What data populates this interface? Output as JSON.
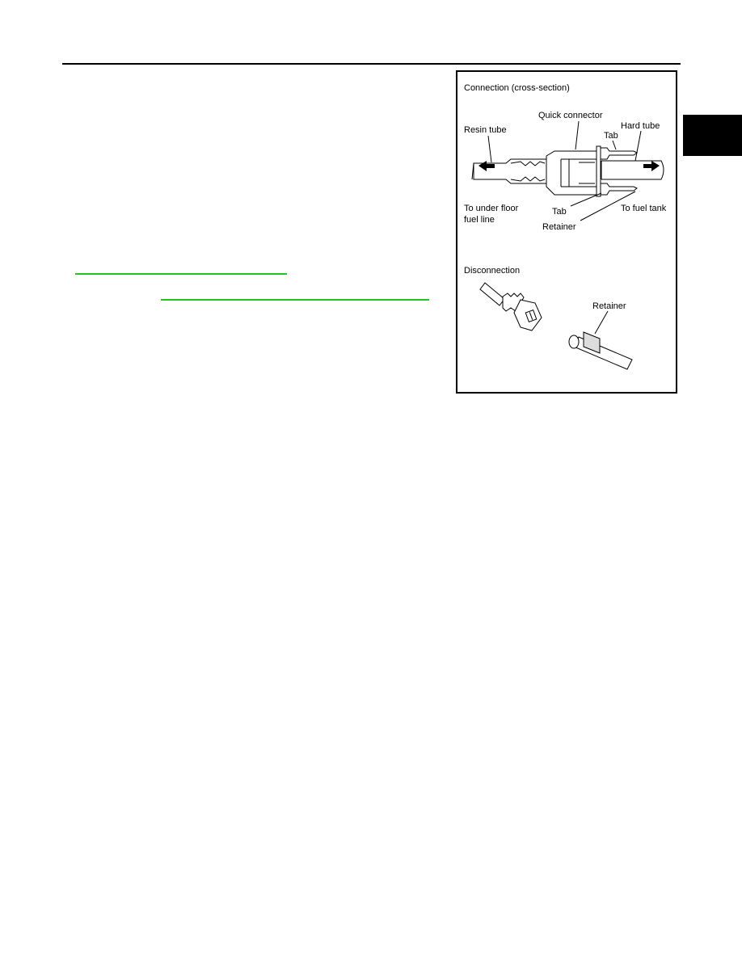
{
  "figure": {
    "section_connection": "Connection (cross-section)",
    "labels": {
      "quick_connector": "Quick connector",
      "resin_tube": "Resin tube",
      "hard_tube": "Hard tube",
      "tab_top": "Tab",
      "tab_bottom": "Tab",
      "to_under_floor_1": "To under floor",
      "to_under_floor_2": "fuel line",
      "to_fuel_tank": "To fuel tank",
      "retainer_cross": "Retainer"
    },
    "section_disconnection": "Disconnection",
    "retainer_disc": "Retainer"
  }
}
